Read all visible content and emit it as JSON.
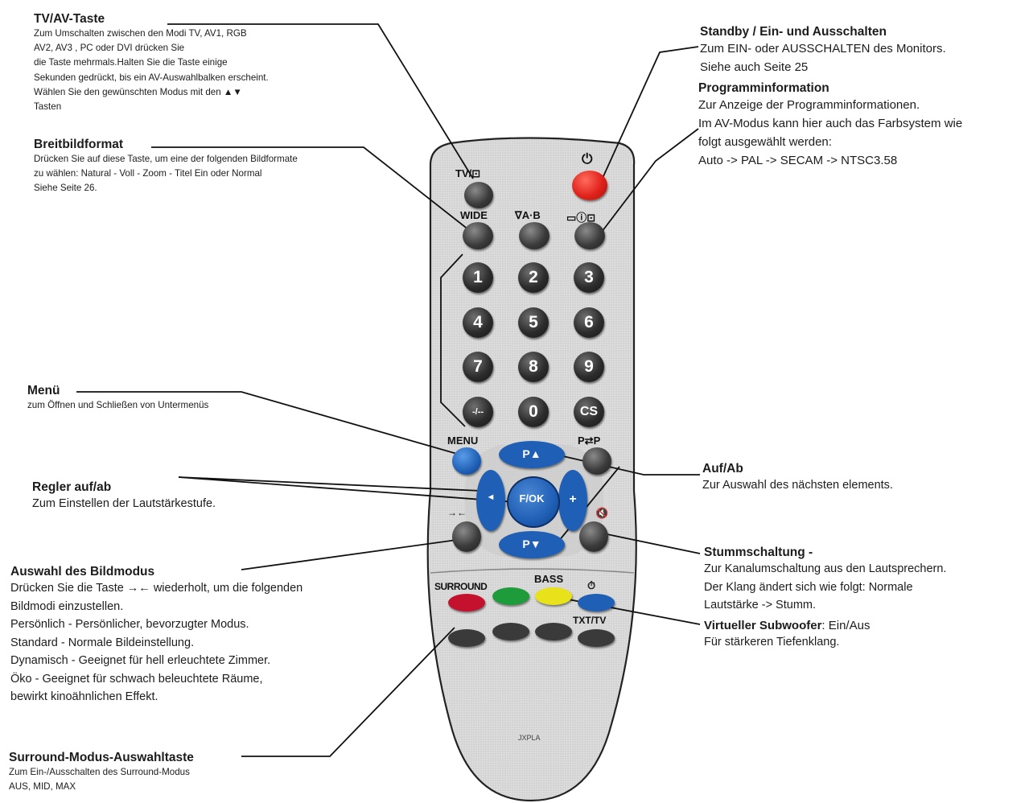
{
  "annotations": {
    "tvav": {
      "title": "TV/AV-Taste",
      "lines": [
        "Zum Umschalten zwischen den Modi TV, AV1, RGB",
        "AV2, AV3 , PC oder DVI drücken Sie",
        "die Taste mehrmals.Halten Sie die Taste einige",
        "Sekunden gedrückt, bis ein AV-Auswahlbalken erscheint.",
        "Wählen Sie den gewünschten Modus mit den  ▲▼",
        "Tasten"
      ]
    },
    "wide": {
      "title": "Breitbildformat",
      "lines": [
        "Drücken Sie auf diese Taste, um eine der folgenden Bildformate",
        "zu wählen:  Natural - Voll - Zoom - Titel Ein  oder Normal",
        "Siehe Seite 26."
      ]
    },
    "menu": {
      "title": "Menü",
      "lines": [
        "zum Öffnen und Schließen von Untermenüs"
      ]
    },
    "regler": {
      "title": "Regler auf/ab",
      "lines": [
        "Zum Einstellen der Lautstärkestufe."
      ]
    },
    "bildmodus": {
      "title": "Auswahl des Bildmodus",
      "lines": [
        "Drücken Sie die Taste →← wiederholt, um die folgenden",
        "Bildmodi einzustellen.",
        "Persönlich - Persönlicher, bevorzugter Modus.",
        "Standard - Normale Bildeinstellung.",
        "Dynamisch - Geeignet für hell erleuchtete Zimmer.",
        "Öko - Geeignet für schwach beleuchtete Räume,",
        "bewirkt kinoähnlichen Effekt."
      ]
    },
    "surround": {
      "title": "Surround-Modus-Auswahltaste",
      "lines": [
        "Zum Ein-/Ausschalten des Surround-Modus",
        "AUS, MID, MAX"
      ]
    },
    "standby": {
      "title": "Standby / Ein- und Ausschalten",
      "lines": [
        "Zum EIN- oder AUSSCHALTEN des Monitors.",
        "Siehe auch Seite 25"
      ]
    },
    "proginfo": {
      "title": "Programminformation",
      "lines": [
        "Zur Anzeige der Programminformationen.",
        "Im AV-Modus kann hier auch das Farbsystem wie",
        "folgt ausgewählt werden:",
        "Auto -> PAL -> SECAM ->  NTSC3.58"
      ]
    },
    "aufab": {
      "title": "Auf/Ab",
      "lines": [
        "Zur Auswahl des nächsten elements."
      ]
    },
    "mute": {
      "title": "Stummschaltung -",
      "lines": [
        "Zur Kanalumschaltung aus den Lautsprechern.",
        "Der Klang ändert sich wie folgt: Normale",
        "Lautstärke -> Stumm."
      ]
    },
    "subwoofer": {
      "title": "Virtueller Subwoofer",
      "title_suffix": ": Ein/Aus",
      "lines": [
        "Für stärkeren Tiefenklang."
      ]
    }
  },
  "remote": {
    "labels": {
      "tvav": "TV/⊡",
      "power": "⏻",
      "wide": "WIDE",
      "vab": "∇A·B",
      "info": "▭ⓘ⊡",
      "menu": "MENU",
      "pp": "P⇄P",
      "pic": "→←",
      "mute": "🔇",
      "surround": "SURROUND",
      "bass": "BASS",
      "timer": "⏱",
      "txttv": "TXT/TV",
      "model": "JXPLA"
    },
    "digits": [
      "1",
      "2",
      "3",
      "4",
      "5",
      "6",
      "7",
      "8",
      "9",
      "-/--",
      "0",
      "CS"
    ],
    "nav": {
      "up": "P▲",
      "down": "P▼",
      "left": "◄",
      "right": "+",
      "ok": "F/OK"
    },
    "colors": {
      "red": "#c4122e",
      "green": "#1e9c3c",
      "yellow": "#e8e21a",
      "blue": "#1f5fb5",
      "body": "#d8d8d8",
      "power": "#e0221b"
    }
  }
}
